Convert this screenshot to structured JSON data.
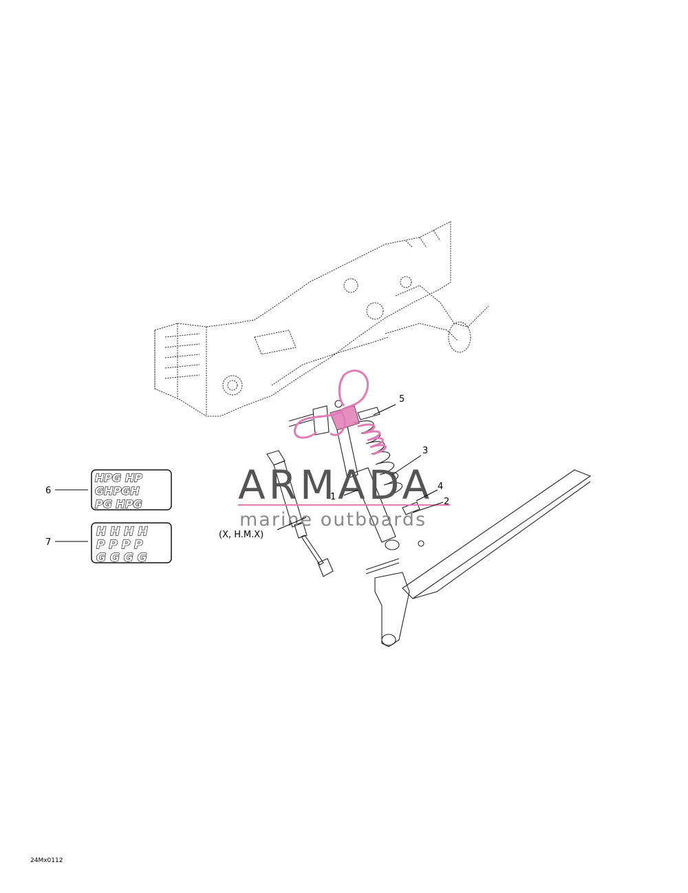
{
  "diagram": {
    "callouts": {
      "c1": "1",
      "c2": "2",
      "c3": "3",
      "c4": "4",
      "c5": "5",
      "c6": "6",
      "c7": "7",
      "note": "(X, H.M.X)"
    },
    "drawing_code": "24Mx0112",
    "decal_6_rows": [
      "HPG HP",
      "GHPGH",
      "PG HPG"
    ],
    "decal_7_rows": [
      "H H H H",
      "P P P P",
      "G G G G"
    ]
  },
  "watermark": {
    "brand": "ARMADA",
    "tagline": "marine outboards",
    "accent_color": "#e07bb5",
    "text_color": "#555555"
  }
}
